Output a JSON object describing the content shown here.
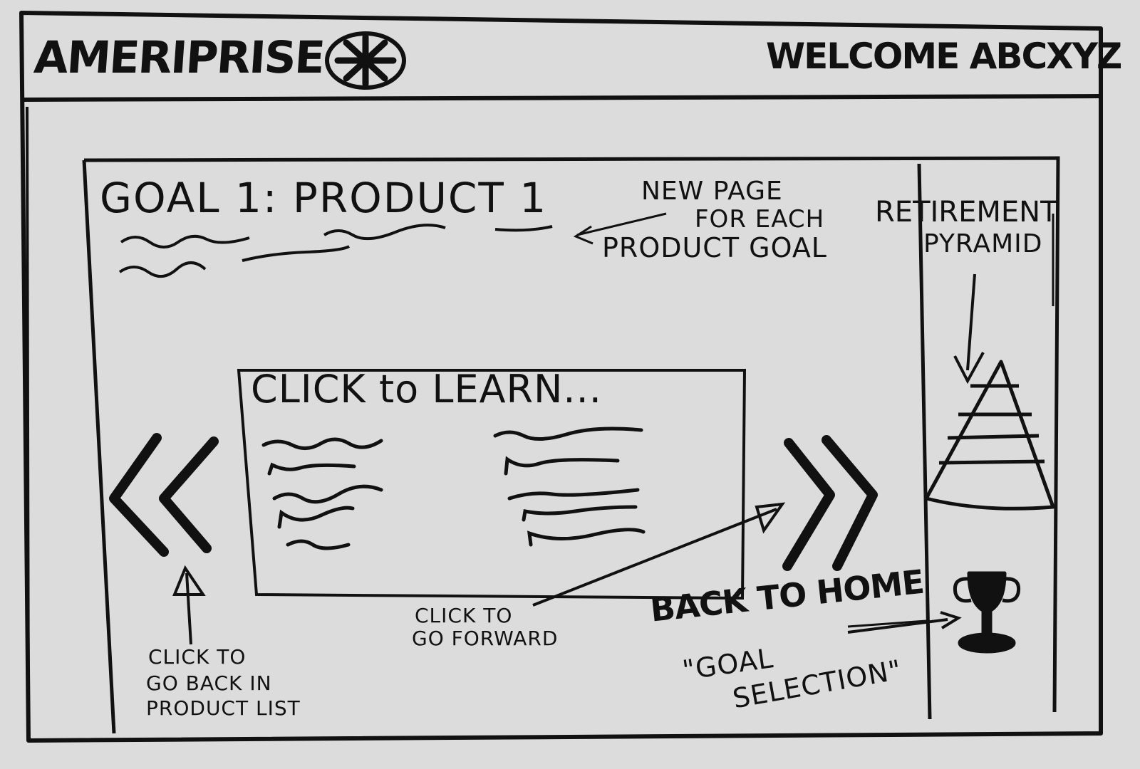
{
  "header": {
    "brand": "AMERIPRISE",
    "logo_icon": "asterisk-logo-icon",
    "welcome": "WELCOME ABCXYZ"
  },
  "main": {
    "page_title": "GOAL 1: PRODUCT 1",
    "new_page_note": [
      "NEW PAGE",
      "FOR EACH",
      "PRODUCT GOAL"
    ],
    "learn_card_title": "CLICK to LEARN...",
    "back_button_icon": "double-chevron-left-icon",
    "forward_button_icon": "double-chevron-right-icon",
    "back_note": [
      "CLICK TO",
      "GO BACK IN",
      "PRODUCT LIST"
    ],
    "forward_note": [
      "CLICK TO",
      "GO FORWARD"
    ],
    "home_note": [
      "BACK TO HOME",
      "\"GOAL",
      "SELECTION\""
    ]
  },
  "sidebar": {
    "pyramid_label": [
      "RETIREMENT",
      "PYRAMID"
    ],
    "pyramid_icon": "pyramid-icon",
    "trophy_icon": "trophy-icon"
  }
}
